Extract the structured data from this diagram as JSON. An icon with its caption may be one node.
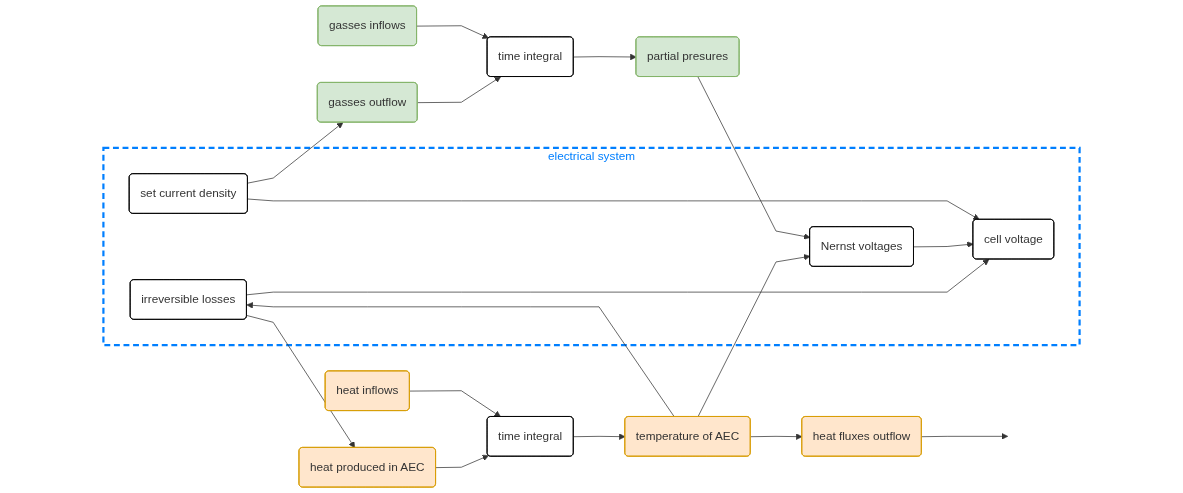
{
  "diagram": {
    "nodes": [
      {
        "text": [
          "gasses inflows"
        ]
      },
      {
        "text": [
          "time integral"
        ]
      },
      {
        "text": [
          "partial presures"
        ]
      },
      {
        "text": [
          "heat inflows"
        ]
      },
      {
        "text": [
          "time integral"
        ]
      },
      {
        "text": [
          "temperature of AEC"
        ]
      },
      {
        "text": [
          "electrical system"
        ]
      },
      {
        "text": [
          "set current density"
        ],
        "in": 6
      },
      {
        "text": [
          "Nernst voltages"
        ],
        "in": 6
      },
      {
        "text": [
          "irreversible losses"
        ],
        "in": 6
      },
      {
        "text": [
          "cell voltage"
        ],
        "in": 6
      },
      {
        "text": [
          "gasses outflow"
        ]
      },
      {
        "text": [
          "heat produced in AEC"
        ]
      },
      {
        "text": [
          "heat fluxes outflow"
        ]
      }
    ],
    "edges": [
      {
        "from": 0,
        "to": 1,
        "arrow": "to"
      },
      {
        "from": 1,
        "to": 2,
        "arrow": "to"
      },
      {
        "from": 2,
        "to": 8,
        "arrow": "to"
      },
      {
        "from": 3,
        "to": 4,
        "arrow": "to"
      },
      {
        "from": 4,
        "to": 5,
        "arrow": "to"
      },
      {
        "from": 5,
        "to": 8,
        "arrow": "to"
      },
      {
        "from": 5,
        "to": 9,
        "arrow": "to"
      },
      {
        "from": 5,
        "to": 13,
        "arrow": "to"
      },
      {
        "from": 7,
        "to": 11,
        "arrow": "to"
      },
      {
        "from": 7,
        "to": 10,
        "arrow": "to"
      },
      {
        "from": 8,
        "to": 10,
        "arrow": "to"
      },
      {
        "from": 9,
        "to": 10,
        "arrow": "to"
      },
      {
        "from": 9,
        "to": 12,
        "arrow": "to"
      },
      {
        "from": 11,
        "to": 1,
        "arrow": "to"
      },
      {
        "from": 12,
        "to": 4,
        "arrow": "to"
      },
      {
        "from": 13,
        "to": null,
        "arrow": "to"
      }
    ]
  }
}
